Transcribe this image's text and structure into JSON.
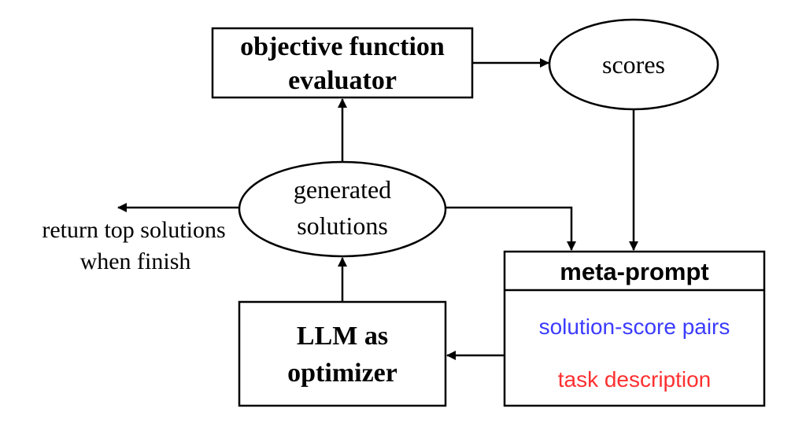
{
  "nodes": {
    "evaluator": {
      "line1": "objective function",
      "line2": "evaluator"
    },
    "scores": {
      "label": "scores"
    },
    "generated": {
      "line1": "generated",
      "line2": "solutions"
    },
    "return_note": {
      "line1": "return top solutions",
      "line2": "when finish"
    },
    "optimizer": {
      "line1": "LLM as",
      "line2": "optimizer"
    },
    "meta_prompt": {
      "title": "meta-prompt",
      "pairs": "solution-score pairs",
      "task": "task description"
    }
  },
  "colors": {
    "stroke": "#000000",
    "pairs_text": "#3b3bff",
    "task_text": "#ff3030"
  }
}
